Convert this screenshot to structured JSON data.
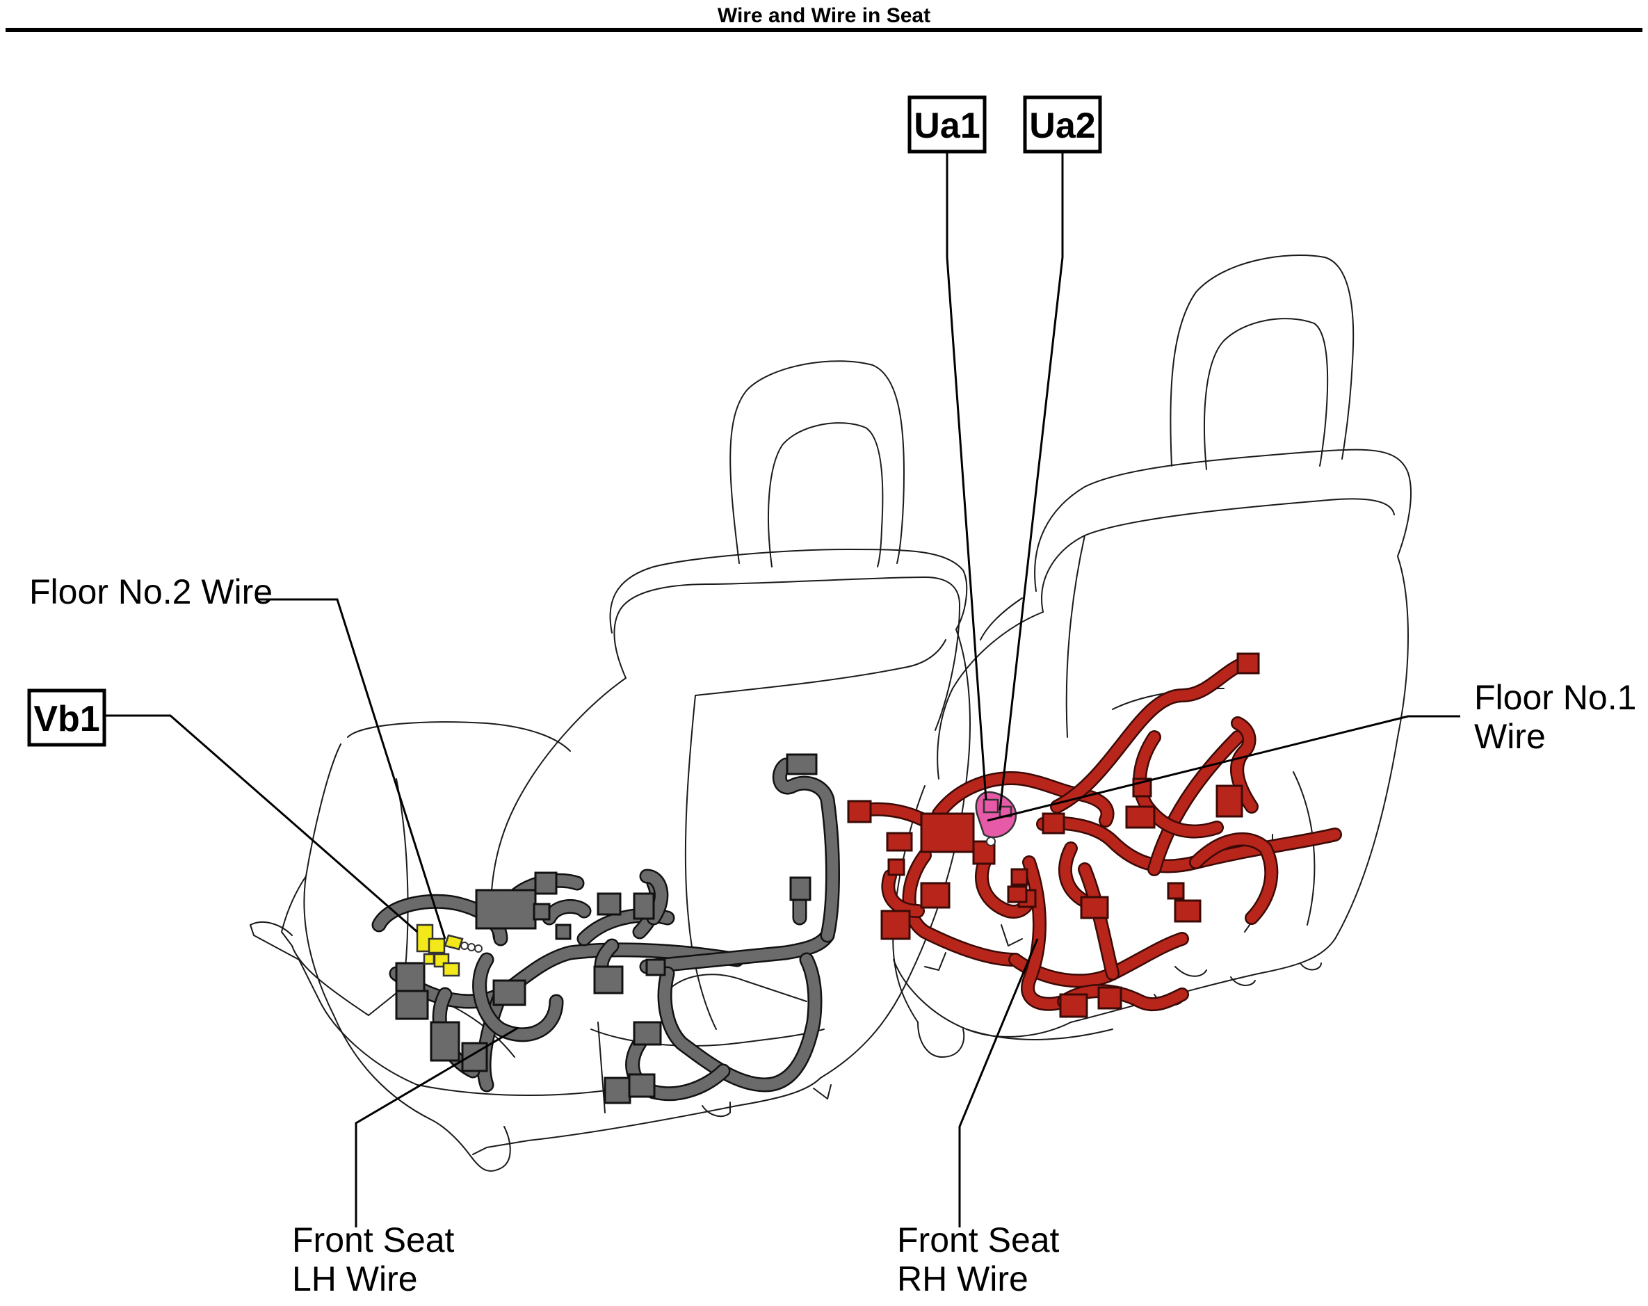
{
  "header": {
    "title": "Wire and Wire in Seat"
  },
  "labels": {
    "floor_no2": "Floor No.2 Wire",
    "floor_no1_line1": "Floor No.1",
    "floor_no1_line2": "Wire",
    "front_seat_lh_line1": "Front Seat",
    "front_seat_lh_line2": "LH Wire",
    "front_seat_rh_line1": "Front Seat",
    "front_seat_rh_line2": "RH Wire"
  },
  "connectors": {
    "ua1": "Ua1",
    "ua2": "Ua2",
    "vb1": "Vb1"
  },
  "colors": {
    "lh_wire": "#6b6b6b",
    "rh_wire": "#b8251b",
    "vb1_connector": "#f2e81a",
    "ua_connectors": "#e65aa8"
  }
}
